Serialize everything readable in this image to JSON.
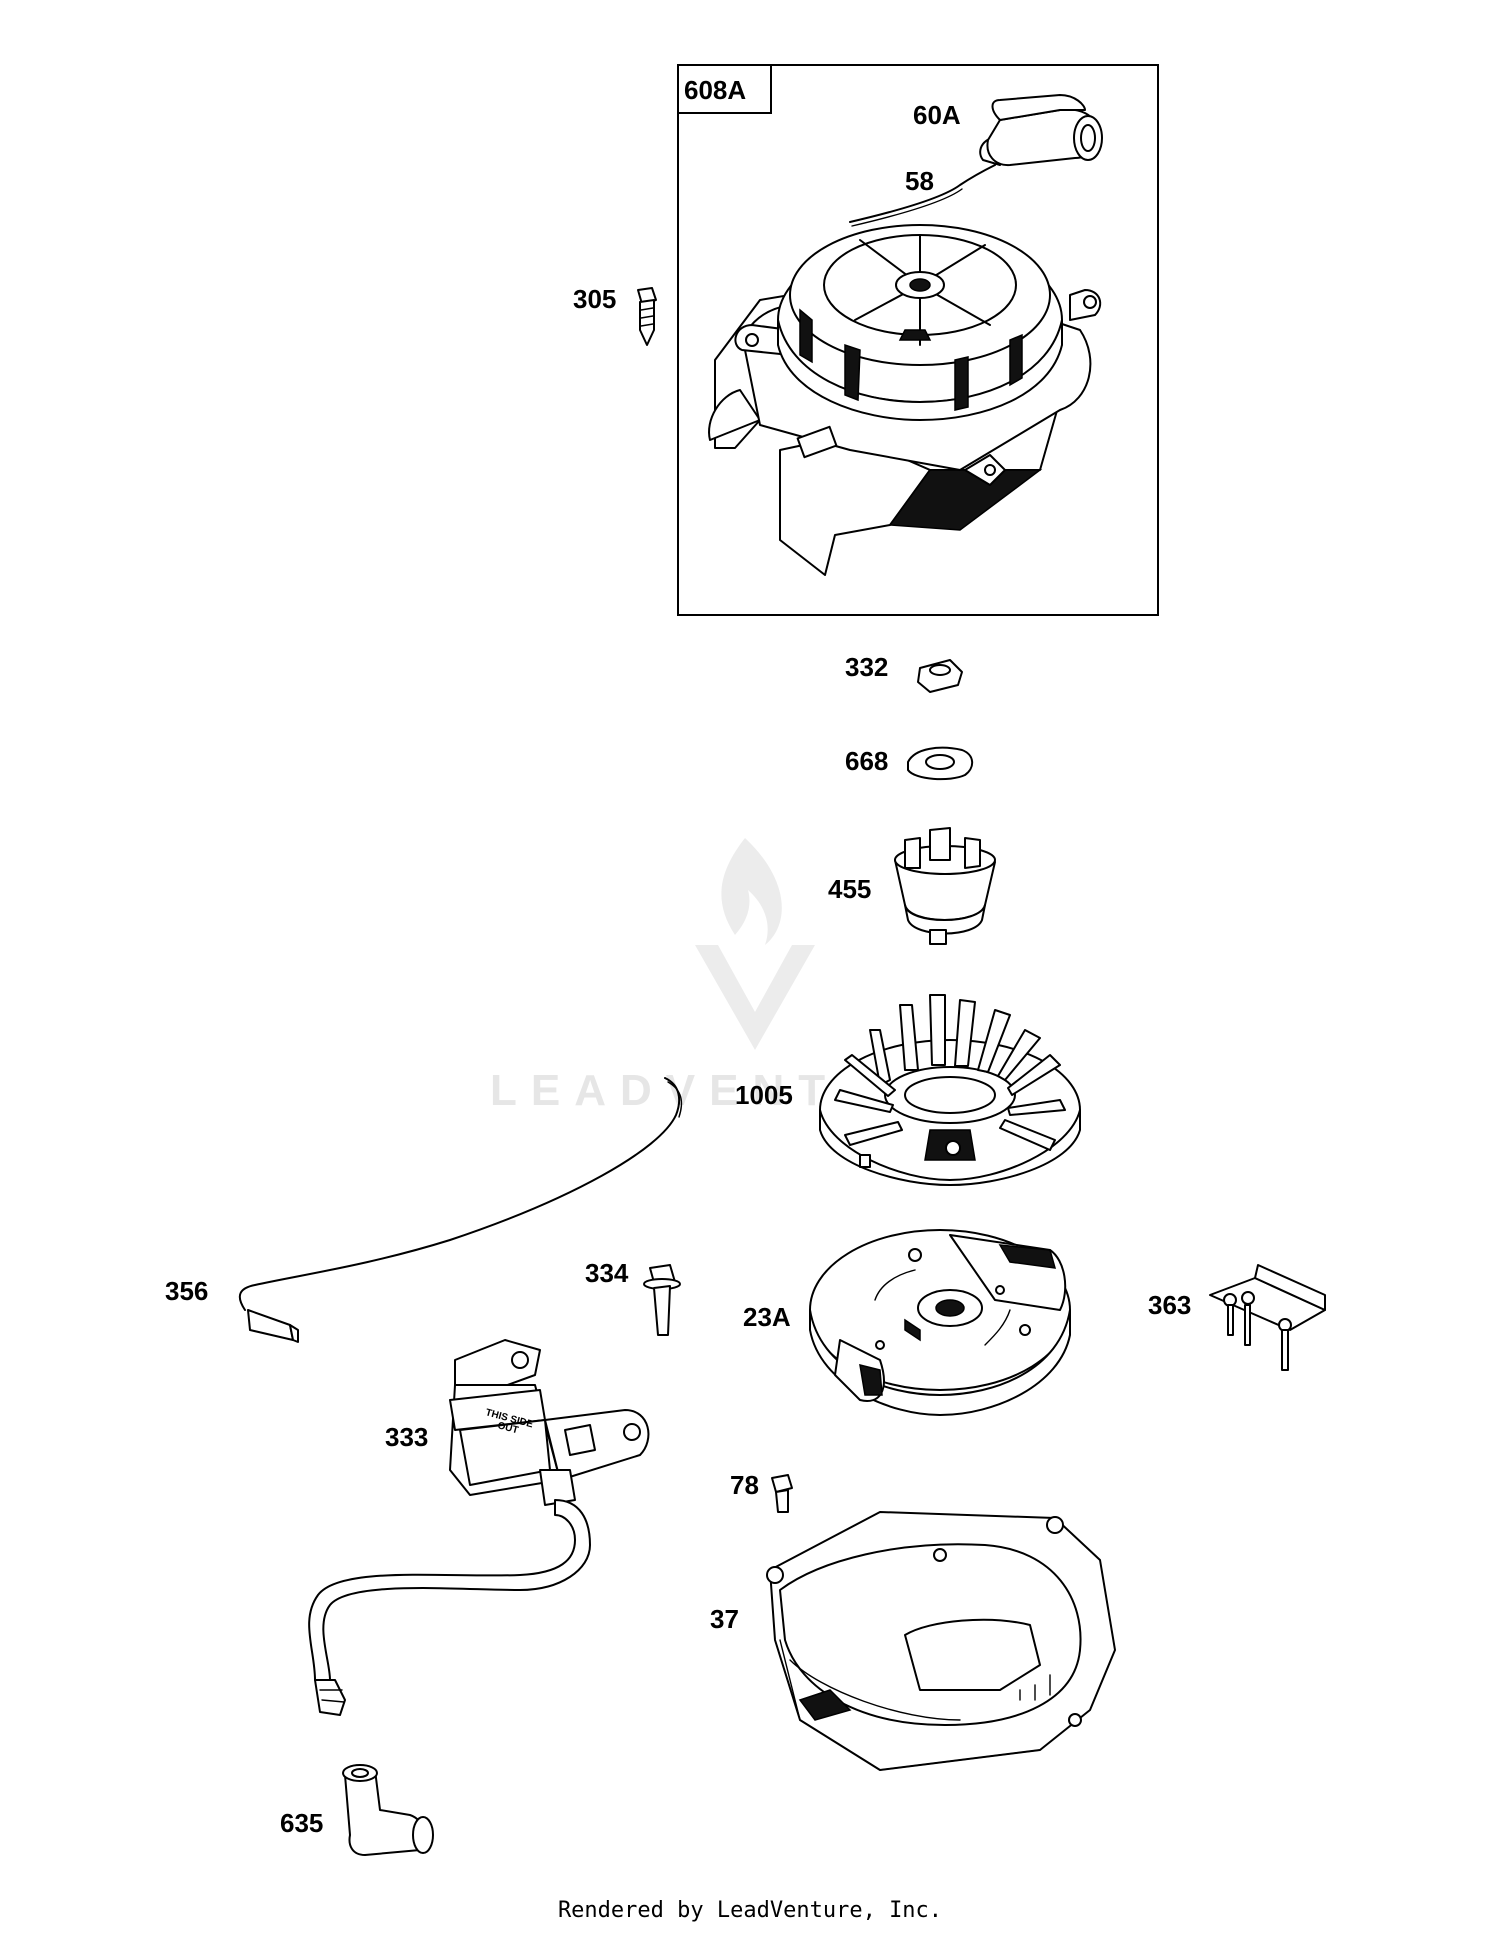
{
  "diagram": {
    "kit_label": "608A",
    "callouts": {
      "p60a": "60A",
      "p58": "58",
      "p305": "305",
      "p332": "332",
      "p668": "668",
      "p455": "455",
      "p1005": "1005",
      "p356": "356",
      "p334": "334",
      "p23a": "23A",
      "p363": "363",
      "p333": "333",
      "p78": "78",
      "p37": "37",
      "p635": "635"
    },
    "coil_label_line1": "THIS SIDE",
    "coil_label_line2": "OUT"
  },
  "watermark": {
    "text": "LEADVENTURE",
    "color": "#e6e6e6"
  },
  "footer": {
    "text": "Rendered by LeadVenture, Inc."
  }
}
